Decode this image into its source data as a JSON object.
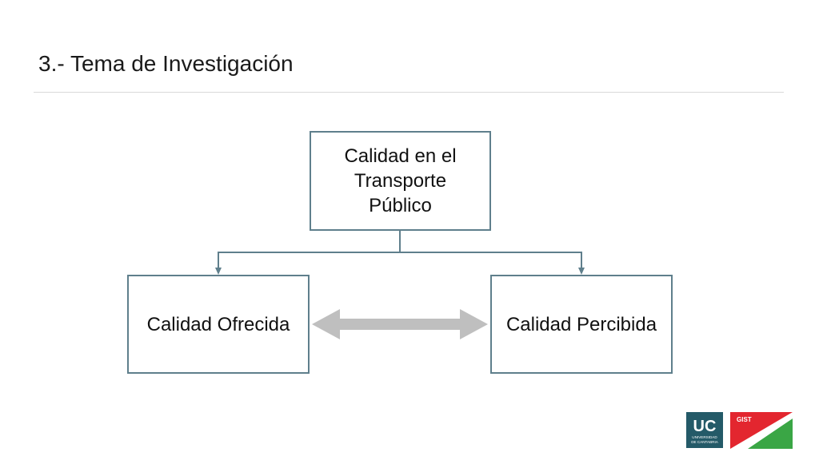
{
  "slide": {
    "title": "3.- Tema de Investigación"
  },
  "diagram": {
    "top_node": "Calidad en el\nTransporte\nPúblico",
    "left_node": "Calidad Ofrecida",
    "right_node": "Calidad Percibida",
    "edges": [
      {
        "from": "top_node",
        "to": "left_node",
        "style": "arrow"
      },
      {
        "from": "top_node",
        "to": "right_node",
        "style": "arrow"
      },
      {
        "from": "left_node",
        "to": "right_node",
        "style": "double-arrow"
      }
    ]
  },
  "logos": {
    "uc": {
      "text": "UC",
      "subtext": "UNIVERSIDAD DE CANTABRIA",
      "color": "#245a68"
    },
    "gist": {
      "text": "GIST",
      "colors": [
        "#e3262f",
        "#3aa645"
      ]
    }
  },
  "colors": {
    "box_border": "#5f7f8c",
    "connector": "#5f7f8c",
    "double_arrow": "#bfbfbf"
  }
}
